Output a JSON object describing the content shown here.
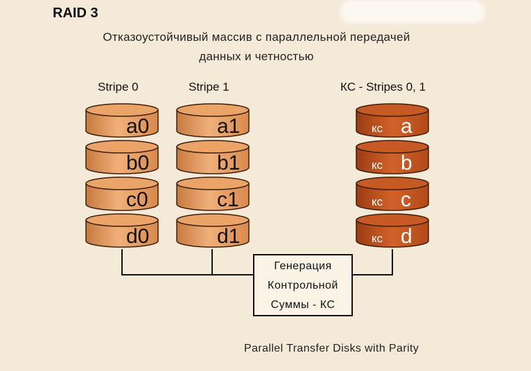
{
  "title": "RAID 3",
  "subtitle_line1": "Отказоустойчивый массив с параллельной передачей",
  "subtitle_line2": "данных и четностью",
  "columns": [
    {
      "label": "Stripe 0",
      "prefix": "",
      "blocks": [
        "a0",
        "b0",
        "c0",
        "d0"
      ],
      "parity": false
    },
    {
      "label": "Stripe 1",
      "prefix": "",
      "blocks": [
        "a1",
        "b1",
        "c1",
        "d1"
      ],
      "parity": false
    },
    {
      "label": "КС - Stripes 0, 1",
      "prefix": "кс",
      "blocks": [
        "a",
        "b",
        "c",
        "d"
      ],
      "parity": true
    }
  ],
  "generator": {
    "line1": "Генерация",
    "line2": "Контрольной",
    "line3": "Суммы - КС"
  },
  "footer": "Parallel Transfer Disks with Parity",
  "colors": {
    "background": "#f5ead8",
    "data_disk": "#e8a063",
    "parity_disk": "#c1501c",
    "outline": "#3a1e0a"
  }
}
